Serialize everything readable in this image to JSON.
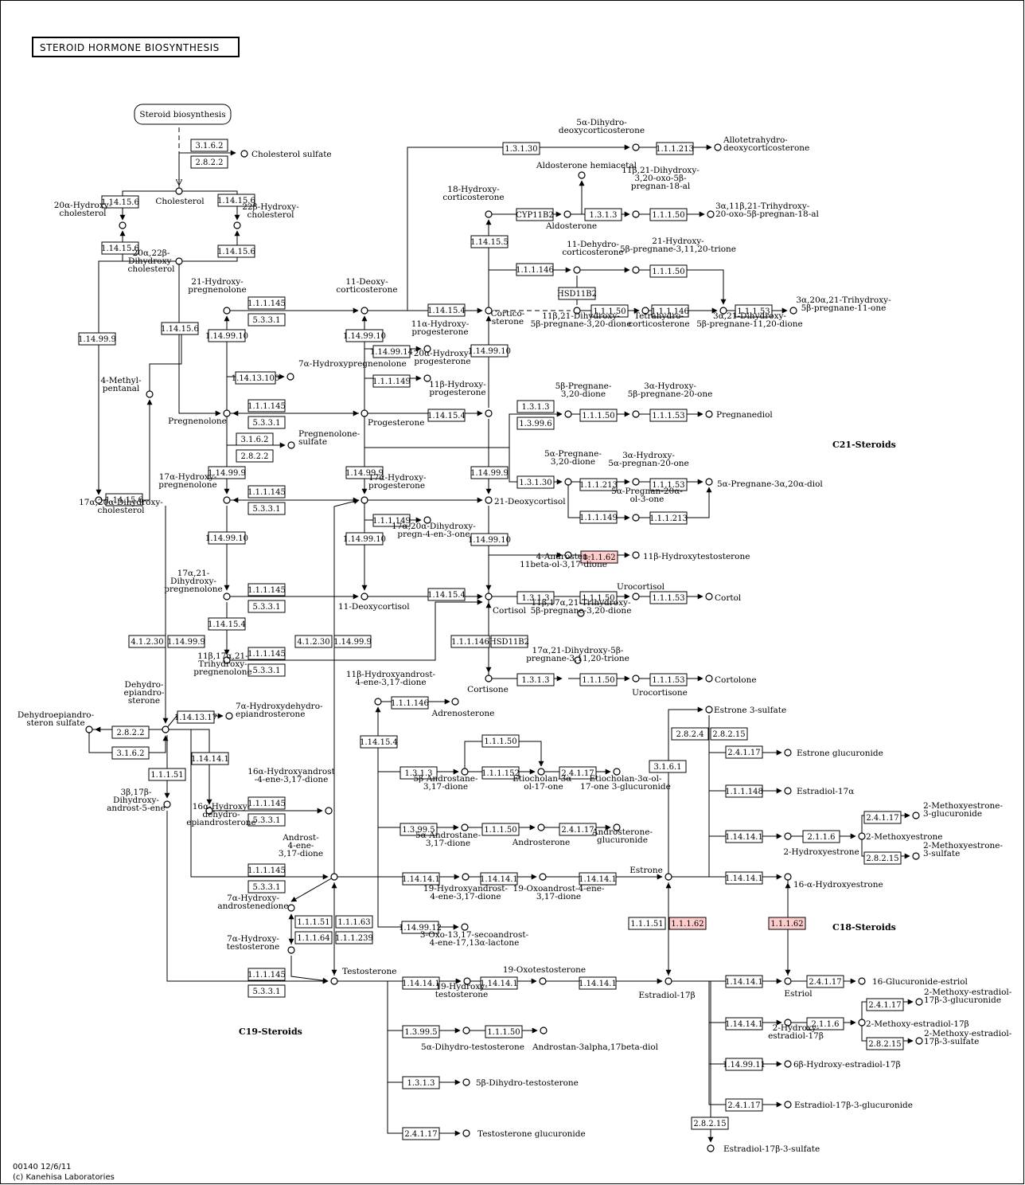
{
  "title": "STEROID  HORMONE BIOSYNTHESIS",
  "footer": {
    "line1": "00140 12/6/11",
    "line2": "(c) Kanehisa Laboratories"
  },
  "source_map": "Steroid biosynthesis",
  "sections": {
    "c21": "C21-Steroids",
    "c19": "C19-Steroids",
    "c18": "C18-Steroids"
  },
  "highlight_color": "#ffcccc",
  "enzymes": [
    {
      "id": "e1",
      "label": "3.1.6.2"
    },
    {
      "id": "e2",
      "label": "2.8.2.2"
    },
    {
      "id": "e3",
      "label": "1.14.15.6"
    },
    {
      "id": "e4",
      "label": "1.14.15.6"
    },
    {
      "id": "e5",
      "label": "1.14.15.6"
    },
    {
      "id": "e6",
      "label": "1.14.15.6"
    },
    {
      "id": "e7",
      "label": "1.14.15.6"
    },
    {
      "id": "e8",
      "label": "1.14.99.9"
    },
    {
      "id": "e9",
      "label": "1.14.15.6"
    },
    {
      "id": "e10",
      "label": "1.1.1.145"
    },
    {
      "id": "e11",
      "label": "5.3.3.1"
    },
    {
      "id": "e12",
      "label": "1.14.99.10"
    },
    {
      "id": "e13",
      "label": "1.14.99.10"
    },
    {
      "id": "e14",
      "label": "1.14.13.100"
    },
    {
      "id": "e15",
      "label": "1.1.1.145"
    },
    {
      "id": "e16",
      "label": "5.3.3.1"
    },
    {
      "id": "e17",
      "label": "3.1.6.2"
    },
    {
      "id": "e18",
      "label": "2.8.2.2"
    },
    {
      "id": "e19",
      "label": "1.14.99.9"
    },
    {
      "id": "e20",
      "label": "1.1.1.145"
    },
    {
      "id": "e21",
      "label": "5.3.3.1"
    },
    {
      "id": "e22",
      "label": "1.14.99.10"
    },
    {
      "id": "e23",
      "label": "1.1.1.145"
    },
    {
      "id": "e24",
      "label": "5.3.3.1"
    },
    {
      "id": "e25",
      "label": "1.14.15.4"
    },
    {
      "id": "e26",
      "label": "4.1.2.30"
    },
    {
      "id": "e27",
      "label": "1.14.99.9"
    },
    {
      "id": "e28",
      "label": "4.1.2.30"
    },
    {
      "id": "e29",
      "label": "1.14.99.9"
    },
    {
      "id": "e30",
      "label": "1.1.1.145"
    },
    {
      "id": "e31",
      "label": "5.3.3.1"
    },
    {
      "id": "e32",
      "label": "1.14.99.14"
    },
    {
      "id": "e33",
      "label": "1.1.1.149"
    },
    {
      "id": "e34",
      "label": "1.14.99.9"
    },
    {
      "id": "e35",
      "label": "1.1.1.149"
    },
    {
      "id": "e36",
      "label": "1.14.99.10"
    },
    {
      "id": "e37",
      "label": "1.3.1.30"
    },
    {
      "id": "e38",
      "label": "1.1.1.213"
    },
    {
      "id": "e39",
      "label": "1.14.15.4"
    },
    {
      "id": "e40",
      "label": "1.14.15.5"
    },
    {
      "id": "e41",
      "label": "CYP11B2"
    },
    {
      "id": "e42",
      "label": "1.3.1.3"
    },
    {
      "id": "e43",
      "label": "1.1.1.50"
    },
    {
      "id": "e44",
      "label": "1.1.1.146"
    },
    {
      "id": "e45",
      "label": "HSD11B2"
    },
    {
      "id": "e46",
      "label": "1.1.1.50"
    },
    {
      "id": "e47",
      "label": "1.1.1.50"
    },
    {
      "id": "e48",
      "label": "1.1.1.146"
    },
    {
      "id": "e49",
      "label": "1.1.1.53"
    },
    {
      "id": "e50",
      "label": "1.14.99.10"
    },
    {
      "id": "e51",
      "label": "1.14.15.4"
    },
    {
      "id": "e52",
      "label": "1.3.1.3"
    },
    {
      "id": "e53",
      "label": "1.3.99.6"
    },
    {
      "id": "e54",
      "label": "1.1.1.50"
    },
    {
      "id": "e55",
      "label": "1.1.1.53"
    },
    {
      "id": "e56",
      "label": "1.14.99.9"
    },
    {
      "id": "e57",
      "label": "1.3.1.30"
    },
    {
      "id": "e58",
      "label": "1.1.1.213"
    },
    {
      "id": "e59",
      "label": "1.1.1.53"
    },
    {
      "id": "e60",
      "label": "1.1.1.149"
    },
    {
      "id": "e61",
      "label": "1.1.1.213"
    },
    {
      "id": "e62",
      "label": "1.14.15.4"
    },
    {
      "id": "e63",
      "label": "1.14.99.10"
    },
    {
      "id": "e64",
      "label": "1.1.1.62",
      "highlight": true
    },
    {
      "id": "e65",
      "label": "1.14.15.4"
    },
    {
      "id": "e66",
      "label": "1.3.1.3"
    },
    {
      "id": "e67",
      "label": "1.1.1.50"
    },
    {
      "id": "e68",
      "label": "1.1.1.53"
    },
    {
      "id": "e69",
      "label": "1.1.1.146"
    },
    {
      "id": "e70",
      "label": "HSD11B2"
    },
    {
      "id": "e71",
      "label": "1.3.1.3"
    },
    {
      "id": "e72",
      "label": "1.1.1.50"
    },
    {
      "id": "e73",
      "label": "1.1.1.53"
    },
    {
      "id": "e74",
      "label": "1.14.13.17"
    },
    {
      "id": "e75",
      "label": "2.8.2.2"
    },
    {
      "id": "e76",
      "label": "3.1.6.2"
    },
    {
      "id": "e77",
      "label": "1.14.14.1"
    },
    {
      "id": "e78",
      "label": "1.1.1.51"
    },
    {
      "id": "e79",
      "label": "1.1.1.145"
    },
    {
      "id": "e80",
      "label": "5.3.3.1"
    },
    {
      "id": "e81",
      "label": "1.1.1.145"
    },
    {
      "id": "e82",
      "label": "5.3.3.1"
    },
    {
      "id": "e83",
      "label": "1.1.1.51"
    },
    {
      "id": "e84",
      "label": "1.1.1.63"
    },
    {
      "id": "e85",
      "label": "1.1.1.64"
    },
    {
      "id": "e86",
      "label": "1.1.1.239"
    },
    {
      "id": "e87",
      "label": "1.1.1.145"
    },
    {
      "id": "e88",
      "label": "5.3.3.1"
    },
    {
      "id": "e89",
      "label": "1.1.1.146"
    },
    {
      "id": "e90",
      "label": "1.14.15.4"
    },
    {
      "id": "e91",
      "label": "1.1.1.50"
    },
    {
      "id": "e92",
      "label": "1.3.1.3"
    },
    {
      "id": "e93",
      "label": "1.1.1.152"
    },
    {
      "id": "e94",
      "label": "2.4.1.17"
    },
    {
      "id": "e95",
      "label": "1.3.99.5"
    },
    {
      "id": "e96",
      "label": "1.1.1.50"
    },
    {
      "id": "e97",
      "label": "2.4.1.17"
    },
    {
      "id": "e98",
      "label": "1.14.14.1"
    },
    {
      "id": "e99",
      "label": "1.14.14.1"
    },
    {
      "id": "e100",
      "label": "1.14.14.1"
    },
    {
      "id": "e101",
      "label": "1.14.99.12"
    },
    {
      "id": "e102",
      "label": "1.14.14.1"
    },
    {
      "id": "e103",
      "label": "1.14.14.1"
    },
    {
      "id": "e104",
      "label": "1.14.14.1"
    },
    {
      "id": "e105",
      "label": "1.3.99.5"
    },
    {
      "id": "e106",
      "label": "1.1.1.50"
    },
    {
      "id": "e107",
      "label": "1.3.1.3"
    },
    {
      "id": "e108",
      "label": "2.4.1.17"
    },
    {
      "id": "e109",
      "label": "2.8.2.4"
    },
    {
      "id": "e110",
      "label": "2.8.2.15"
    },
    {
      "id": "e111",
      "label": "3.1.6.1"
    },
    {
      "id": "e112",
      "label": "2.4.1.17"
    },
    {
      "id": "e113",
      "label": "1.1.1.148"
    },
    {
      "id": "e114",
      "label": "1.14.14.1"
    },
    {
      "id": "e115",
      "label": "2.1.1.6"
    },
    {
      "id": "e116",
      "label": "2.4.1.17"
    },
    {
      "id": "e117",
      "label": "2.8.2.15"
    },
    {
      "id": "e118",
      "label": "1.14.14.1"
    },
    {
      "id": "e119",
      "label": "1.1.1.51"
    },
    {
      "id": "e120",
      "label": "1.1.1.62",
      "highlight": true
    },
    {
      "id": "e121",
      "label": "1.1.1.62",
      "highlight": true
    },
    {
      "id": "e122",
      "label": "1.14.14.1"
    },
    {
      "id": "e123",
      "label": "2.4.1.17"
    },
    {
      "id": "e124",
      "label": "1.14.14.1"
    },
    {
      "id": "e125",
      "label": "2.1.1.6"
    },
    {
      "id": "e126",
      "label": "2.4.1.17"
    },
    {
      "id": "e127",
      "label": "2.8.2.15"
    },
    {
      "id": "e128",
      "label": "1.14.99.11"
    },
    {
      "id": "e129",
      "label": "2.4.1.17"
    },
    {
      "id": "e130",
      "label": "2.8.2.15"
    }
  ],
  "compounds": [
    {
      "id": "c_chol",
      "lines": [
        "Cholesterol"
      ]
    },
    {
      "id": "c_cholsulf",
      "lines": [
        "Cholesterol sulfate"
      ]
    },
    {
      "id": "c_20a",
      "lines": [
        "20α-Hydroxy-",
        "cholesterol"
      ]
    },
    {
      "id": "c_22b",
      "lines": [
        "22β-Hydroxy-",
        "cholesterol"
      ]
    },
    {
      "id": "c_2022",
      "lines": [
        "20α,22β-",
        "Dihydroxy-",
        "cholesterol"
      ]
    },
    {
      "id": "c_4me",
      "lines": [
        "4-Methyl-",
        "pentanal"
      ]
    },
    {
      "id": "c_1720di",
      "lines": [
        "17α,20α-Dihydroxy-",
        "cholesterol"
      ]
    },
    {
      "id": "c_21hp",
      "lines": [
        "21-Hydroxy-",
        "pregnenolone"
      ]
    },
    {
      "id": "c_7ahp",
      "lines": [
        "7α-Hydroxypregnenolone"
      ]
    },
    {
      "id": "c_preg",
      "lines": [
        "Pregnenolone"
      ]
    },
    {
      "id": "c_pregs",
      "lines": [
        "Pregnenolone-",
        "sulfate"
      ]
    },
    {
      "id": "c_17ahp",
      "lines": [
        "17α-Hydroxy-",
        "pregnenolone"
      ]
    },
    {
      "id": "c_1721",
      "lines": [
        "17α,21-",
        "Dihydroxy-",
        "pregnenolone"
      ]
    },
    {
      "id": "c_11b1721",
      "lines": [
        "11β,17α,21-",
        "Trihydroxy-",
        "pregnenolone"
      ]
    },
    {
      "id": "c_11doc",
      "lines": [
        "11-Deoxy-",
        "corticosterone"
      ]
    },
    {
      "id": "c_11ahprog",
      "lines": [
        "11α-Hydroxy-",
        "progesterone"
      ]
    },
    {
      "id": "c_20ahprog",
      "lines": [
        "20α-Hydroxy-",
        "progesterone"
      ]
    },
    {
      "id": "c_prog",
      "lines": [
        "Progesterone"
      ]
    },
    {
      "id": "c_11bhprog",
      "lines": [
        "11β-Hydroxy-",
        "progesterone"
      ]
    },
    {
      "id": "c_17ahprog",
      "lines": [
        "17α-Hydroxy-",
        "progesterone"
      ]
    },
    {
      "id": "c_1720preg",
      "lines": [
        "17α,20α-Dihydroxy-",
        "pregn-4-en-3-one"
      ]
    },
    {
      "id": "c_11dcort",
      "lines": [
        "11-Deoxycortisol"
      ]
    },
    {
      "id": "c_21dcort",
      "lines": [
        "21-Deoxycortisol"
      ]
    },
    {
      "id": "c_5adhdoc",
      "lines": [
        "5α-Dihydro-",
        "deoxycorticosterone"
      ]
    },
    {
      "id": "c_allo",
      "lines": [
        "Allotetrahydro-",
        "deoxycorticosterone"
      ]
    },
    {
      "id": "c_aldohemi",
      "lines": [
        "Aldosterone hemiacetal"
      ]
    },
    {
      "id": "c_18hc",
      "lines": [
        "18-Hydroxy-",
        "corticosterone"
      ]
    },
    {
      "id": "c_aldo",
      "lines": [
        "Aldosterone"
      ]
    },
    {
      "id": "c_11b21oxo",
      "lines": [
        "11β,21-Dihydroxy-",
        "3,20-oxo-5β-",
        "pregnan-18-al"
      ]
    },
    {
      "id": "c_3a11b21",
      "lines": [
        "3α,11β,21-Trihydroxy-",
        "20-oxo-5β-pregnan-18-al"
      ]
    },
    {
      "id": "c_11dhc",
      "lines": [
        "11-Dehydro-",
        "corticosterone"
      ]
    },
    {
      "id": "c_21h5b",
      "lines": [
        "21-Hydroxy-",
        "5β-pregnane-3,11,20-trione"
      ]
    },
    {
      "id": "c_cortico",
      "lines": [
        "Cortico-",
        "sterone"
      ]
    },
    {
      "id": "c_11b21di5b",
      "lines": [
        "11β,21-Dihydroxy-",
        "5β-pregnane-3,20-dione"
      ]
    },
    {
      "id": "c_thc",
      "lines": [
        "Tetrahydro-",
        "corticosterone"
      ]
    },
    {
      "id": "c_3a21di",
      "lines": [
        "3α,21-Dihydroxy-",
        "5β-pregnane-11,20-dione"
      ]
    },
    {
      "id": "c_3a2021",
      "lines": [
        "3α,20α,21-Trihydroxy-",
        "5β-pregnane-11-one"
      ]
    },
    {
      "id": "c_5bpd",
      "lines": [
        "5β-Pregnane-",
        "3,20-dione"
      ]
    },
    {
      "id": "c_3ah5b",
      "lines": [
        "3α-Hydroxy-",
        "5β-pregnane-20-one"
      ]
    },
    {
      "id": "c_pregdiol",
      "lines": [
        "Pregnanediol"
      ]
    },
    {
      "id": "c_5apd",
      "lines": [
        "5α-Pregnane-",
        "3,20-dione"
      ]
    },
    {
      "id": "c_3ah5a",
      "lines": [
        "3α-Hydroxy-",
        "5α-pregnan-20-one"
      ]
    },
    {
      "id": "c_5a320",
      "lines": [
        "5α-Pregnane-3α,20α-diol"
      ]
    },
    {
      "id": "c_5a20a",
      "lines": [
        "5α-Pregnan-20α-",
        "ol-3-one"
      ]
    },
    {
      "id": "c_4and11b",
      "lines": [
        "4-Androsten-",
        "11beta-ol-3,17-dione"
      ]
    },
    {
      "id": "c_11bht",
      "lines": [
        "11β-Hydroxytestosterone"
      ]
    },
    {
      "id": "c_cortisol",
      "lines": [
        "Cortisol"
      ]
    },
    {
      "id": "c_urocortisol",
      "lines": [
        "Urocortisol"
      ]
    },
    {
      "id": "c_11b1721tri",
      "lines": [
        "11β,17α,21-Trihydroxy-",
        "5β-pregnane-3,20-dione"
      ]
    },
    {
      "id": "c_cortol",
      "lines": [
        "Cortol"
      ]
    },
    {
      "id": "c_cortisone",
      "lines": [
        "Cortisone"
      ]
    },
    {
      "id": "c_1721di5b",
      "lines": [
        "17α,21-Dihydroxy-5β-",
        "pregnane-3,11,20-trione"
      ]
    },
    {
      "id": "c_urocortisone",
      "lines": [
        "Urocortisone"
      ]
    },
    {
      "id": "c_cortolone",
      "lines": [
        "Cortolone"
      ]
    },
    {
      "id": "c_dhea",
      "lines": [
        "Dehydro-",
        "epiandro-",
        "sterone"
      ]
    },
    {
      "id": "c_dheas",
      "lines": [
        "Dehydroepiandro-",
        "steron sulfate"
      ]
    },
    {
      "id": "c_7ahdhea",
      "lines": [
        "7α-Hydroxydehydro-",
        "epiandrosterone"
      ]
    },
    {
      "id": "c_3b17b",
      "lines": [
        "3β,17β-",
        "Dihydroxy-",
        "androst-5-ene"
      ]
    },
    {
      "id": "c_16ahad",
      "lines": [
        "16α-Hydroxyandrost",
        "-4-ene-3,17-dione"
      ]
    },
    {
      "id": "c_16ahdhea",
      "lines": [
        "16α-Hydroxy-",
        "dehydro-",
        "epiandrosterone"
      ]
    },
    {
      "id": "c_11bhad",
      "lines": [
        "11β-Hydroxyandrost-",
        "4-ene-3,17-dione"
      ]
    },
    {
      "id": "c_adreno",
      "lines": [
        "Adrenosterone"
      ]
    },
    {
      "id": "c_androstene",
      "lines": [
        "Androst-",
        "4-ene-",
        "3,17-dione"
      ]
    },
    {
      "id": "c_7ahandro",
      "lines": [
        "7α-Hydroxy-",
        "androstenedione"
      ]
    },
    {
      "id": "c_7ahtest",
      "lines": [
        "7α-Hydroxy-",
        "testosterone"
      ]
    },
    {
      "id": "c_testo",
      "lines": [
        "Testosterone"
      ]
    },
    {
      "id": "c_5bad",
      "lines": [
        "5β-Androstane-",
        "3,17-dione"
      ]
    },
    {
      "id": "c_etio",
      "lines": [
        "Etiocholan-3α-",
        "ol-17-one"
      ]
    },
    {
      "id": "c_etiogluc",
      "lines": [
        "Etiocholan-3α-ol-",
        "17-one 3-glucuronide"
      ]
    },
    {
      "id": "c_5aad",
      "lines": [
        "5α-Androstane-",
        "3,17-dione"
      ]
    },
    {
      "id": "c_andro",
      "lines": [
        "Androsterone"
      ]
    },
    {
      "id": "c_androgluc",
      "lines": [
        "Androsterone-",
        "glucuronide"
      ]
    },
    {
      "id": "c_19had",
      "lines": [
        "19-Hydroxyandrost-",
        "4-ene-3,17-dione"
      ]
    },
    {
      "id": "c_19oad",
      "lines": [
        "19-Oxoandrost-4-ene-",
        "3,17-dione"
      ]
    },
    {
      "id": "c_3oxo",
      "lines": [
        "3-Oxo-13,17-secoandrost-",
        "4-ene-17,13α-lactone"
      ]
    },
    {
      "id": "c_19ht",
      "lines": [
        "19-Hydroxy-",
        "testosterone"
      ]
    },
    {
      "id": "c_19ot",
      "lines": [
        "19-Oxotestosterone"
      ]
    },
    {
      "id": "c_5adht",
      "lines": [
        "5α-Dihydro-testosterone"
      ]
    },
    {
      "id": "c_andiol",
      "lines": [
        "Androstan-3alpha,17beta-diol"
      ]
    },
    {
      "id": "c_5bdht",
      "lines": [
        "5β-Dihydro-testosterone"
      ]
    },
    {
      "id": "c_testgluc",
      "lines": [
        "Testosterone glucuronide"
      ]
    },
    {
      "id": "c_e1s",
      "lines": [
        "Estrone 3-sulfate"
      ]
    },
    {
      "id": "c_e1g",
      "lines": [
        "Estrone glucuronide"
      ]
    },
    {
      "id": "c_e2_17a",
      "lines": [
        "Estradiol-17α"
      ]
    },
    {
      "id": "c_2he1",
      "lines": [
        "2-Hydroxyestrone"
      ]
    },
    {
      "id": "c_2me1",
      "lines": [
        "2-Methoxyestrone"
      ]
    },
    {
      "id": "c_2me1g",
      "lines": [
        "2-Methoxyestrone-",
        "3-glucuronide"
      ]
    },
    {
      "id": "c_2me1s",
      "lines": [
        "2-Methoxyestrone-",
        "3-sulfate"
      ]
    },
    {
      "id": "c_estrone",
      "lines": [
        "Estrone"
      ]
    },
    {
      "id": "c_16ahe1",
      "lines": [
        "16-α-Hydroxyestrone"
      ]
    },
    {
      "id": "c_e2",
      "lines": [
        "Estradiol-17β"
      ]
    },
    {
      "id": "c_estriol",
      "lines": [
        "Estriol"
      ]
    },
    {
      "id": "c_16gluc",
      "lines": [
        "16-Glucuronide-estriol"
      ]
    },
    {
      "id": "c_2he2",
      "lines": [
        "2-Hydroxy-",
        "estradiol-17β"
      ]
    },
    {
      "id": "c_2me2",
      "lines": [
        "2-Methoxy-estradiol-17β"
      ]
    },
    {
      "id": "c_2me2g",
      "lines": [
        "2-Methoxy-estradiol-",
        "17β-3-glucuronide"
      ]
    },
    {
      "id": "c_2me2s",
      "lines": [
        "2-Methoxy-estradiol-",
        "17β-3-sulfate"
      ]
    },
    {
      "id": "c_6bhe2",
      "lines": [
        "6β-Hydroxy-estradiol-17β"
      ]
    },
    {
      "id": "c_e2g",
      "lines": [
        "Estradiol-17β-3-glucuronide"
      ]
    },
    {
      "id": "c_e2s",
      "lines": [
        "Estradiol-17β-3-sulfate"
      ]
    }
  ]
}
